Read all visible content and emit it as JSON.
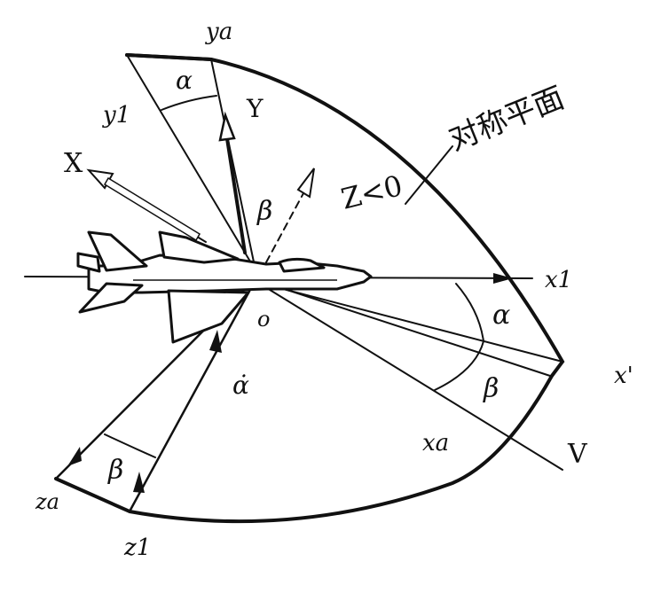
{
  "labels": {
    "ya": "ya",
    "y1": "y1",
    "alpha_top": "α",
    "Y": "Y",
    "X": "X",
    "beta_top": "β",
    "Z": "Z<0",
    "plane": "对称平面",
    "x1": "x1",
    "alpha_right": "α",
    "o": "o",
    "alpha_dot": "α̇",
    "beta_right": "β",
    "x_prime": "x'",
    "xa": "xa",
    "V": "V",
    "beta_left": "β",
    "za": "za",
    "z1": "z1"
  }
}
